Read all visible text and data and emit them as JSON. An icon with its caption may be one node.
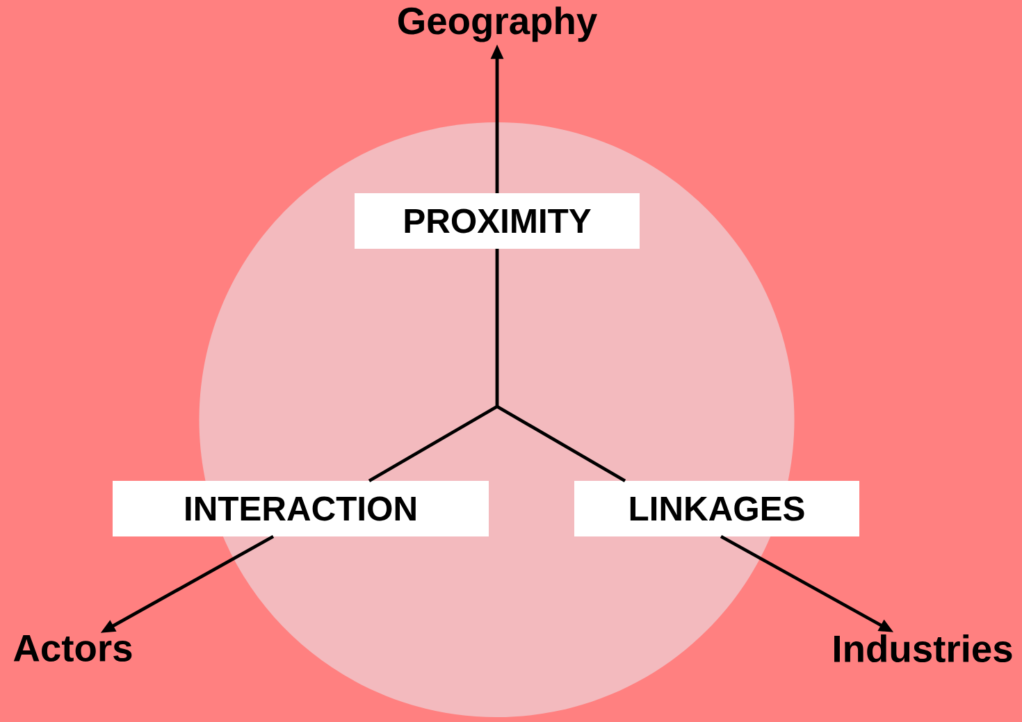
{
  "diagram": {
    "nodes": [
      {
        "text": [
          "Geography"
        ]
      },
      {
        "text": [
          "Actors"
        ]
      },
      {
        "text": [
          "Industries"
        ]
      },
      {
        "text": [
          "PROXIMITY"
        ]
      },
      {
        "text": [
          "INTERACTION"
        ]
      },
      {
        "text": [
          "LINKAGES"
        ]
      }
    ],
    "edges": [
      {
        "from": null,
        "to": 0,
        "arrow": "to"
      },
      {
        "from": null,
        "to": 1,
        "arrow": "to"
      },
      {
        "from": null,
        "to": 2,
        "arrow": "to"
      }
    ]
  }
}
